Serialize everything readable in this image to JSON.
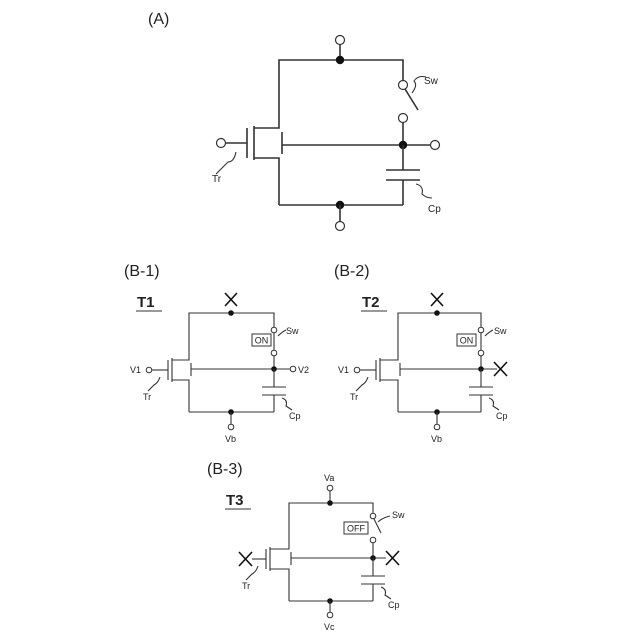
{
  "figure_A": {
    "label": "(A)",
    "switch": "Sw",
    "transistor": "Tr",
    "capacitor": "Cp"
  },
  "figure_B1": {
    "label": "(B-1)",
    "timing": "T1",
    "switch": "Sw",
    "state": "ON",
    "v_gate": "V1",
    "v_node": "V2",
    "v_bottom": "Vb",
    "transistor": "Tr",
    "capacitor": "Cp"
  },
  "figure_B2": {
    "label": "(B-2)",
    "timing": "T2",
    "switch": "Sw",
    "state": "ON",
    "v_gate": "V1",
    "v_bottom": "Vb",
    "transistor": "Tr",
    "capacitor": "Cp"
  },
  "figure_B3": {
    "label": "(B-3)",
    "timing": "T3",
    "switch": "Sw",
    "state": "OFF",
    "v_top": "Va",
    "v_bottom": "Vc",
    "transistor": "Tr",
    "capacitor": "Cp"
  }
}
